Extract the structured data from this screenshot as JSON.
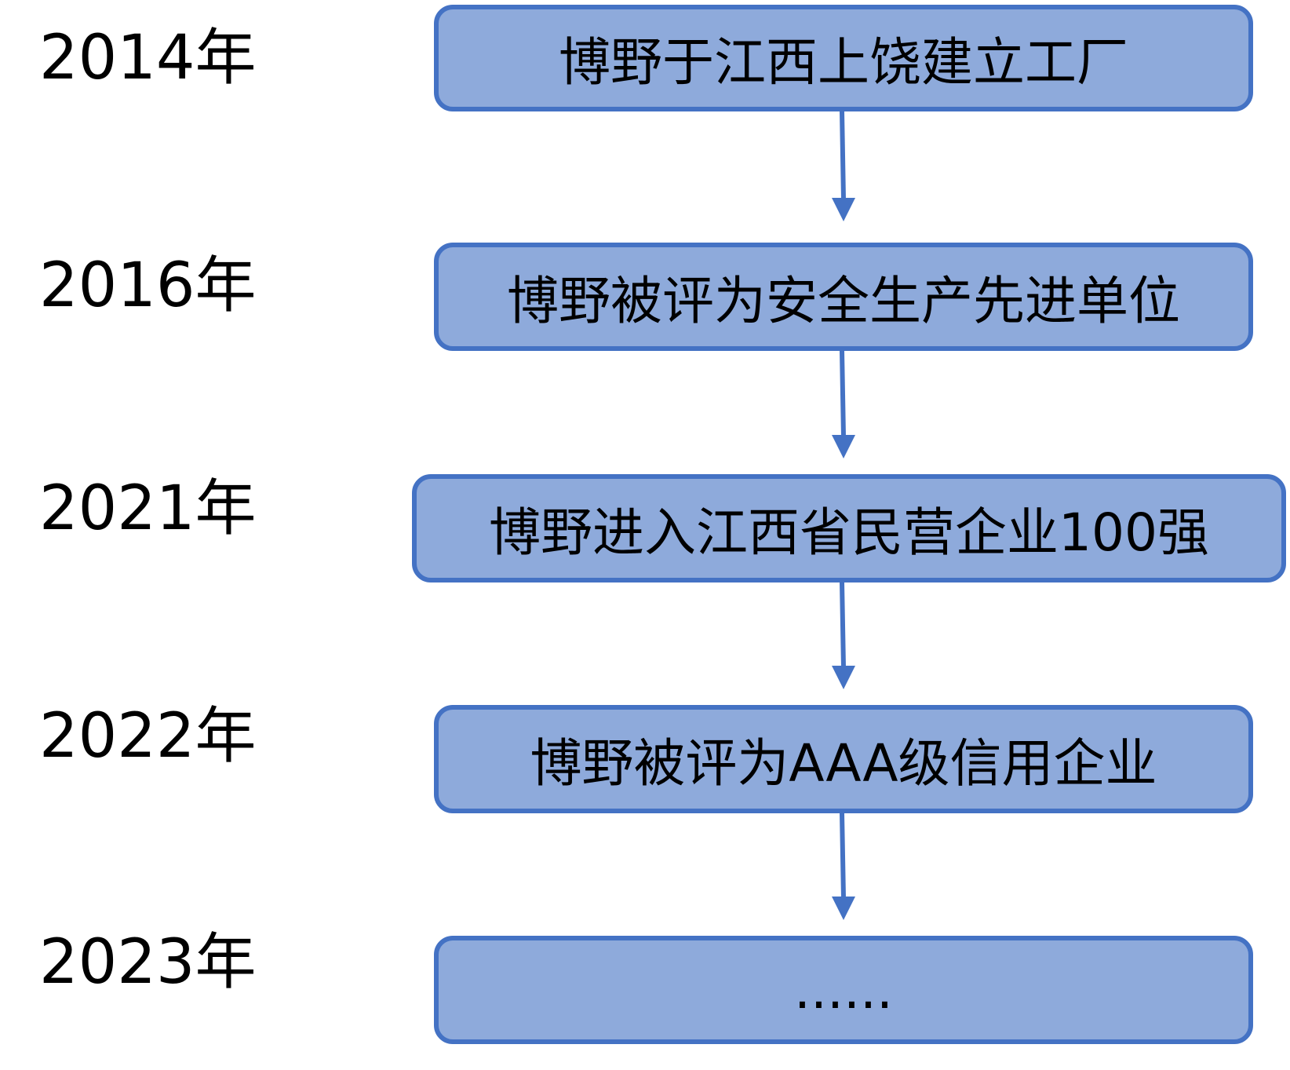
{
  "colors": {
    "box_fill": "#8eaadb",
    "box_border": "#4472c4",
    "arrow": "#4472c4",
    "text": "#000000"
  },
  "timeline": [
    {
      "year": "2014年",
      "event": "博野于江西上饶建立工厂"
    },
    {
      "year": "2016年",
      "event": "博野被评为安全生产先进单位"
    },
    {
      "year": "2021年",
      "event": "博野进入江西省民营企业100强"
    },
    {
      "year": "2022年",
      "event": "博野被评为AAA级信用企业"
    },
    {
      "year": "2023年",
      "event": "......"
    }
  ]
}
